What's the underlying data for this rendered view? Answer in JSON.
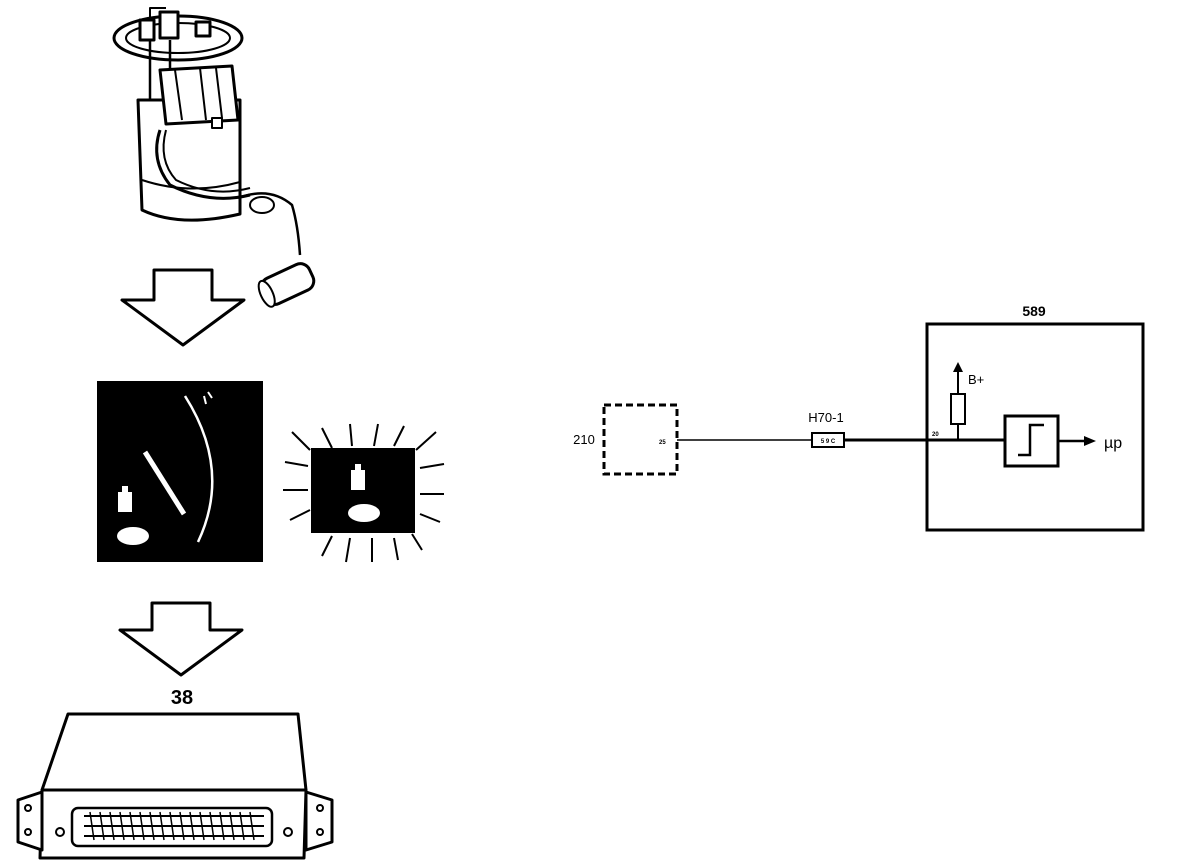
{
  "flow": {
    "ecu_label": "38"
  },
  "circuit": {
    "component_left_label": "210",
    "component_left_pin": "25",
    "connector_label": "H70-1",
    "connector_pins": "5 9 C",
    "module_label": "589",
    "module_pin": "20",
    "supply_label": "B+",
    "output_label": "µp"
  }
}
